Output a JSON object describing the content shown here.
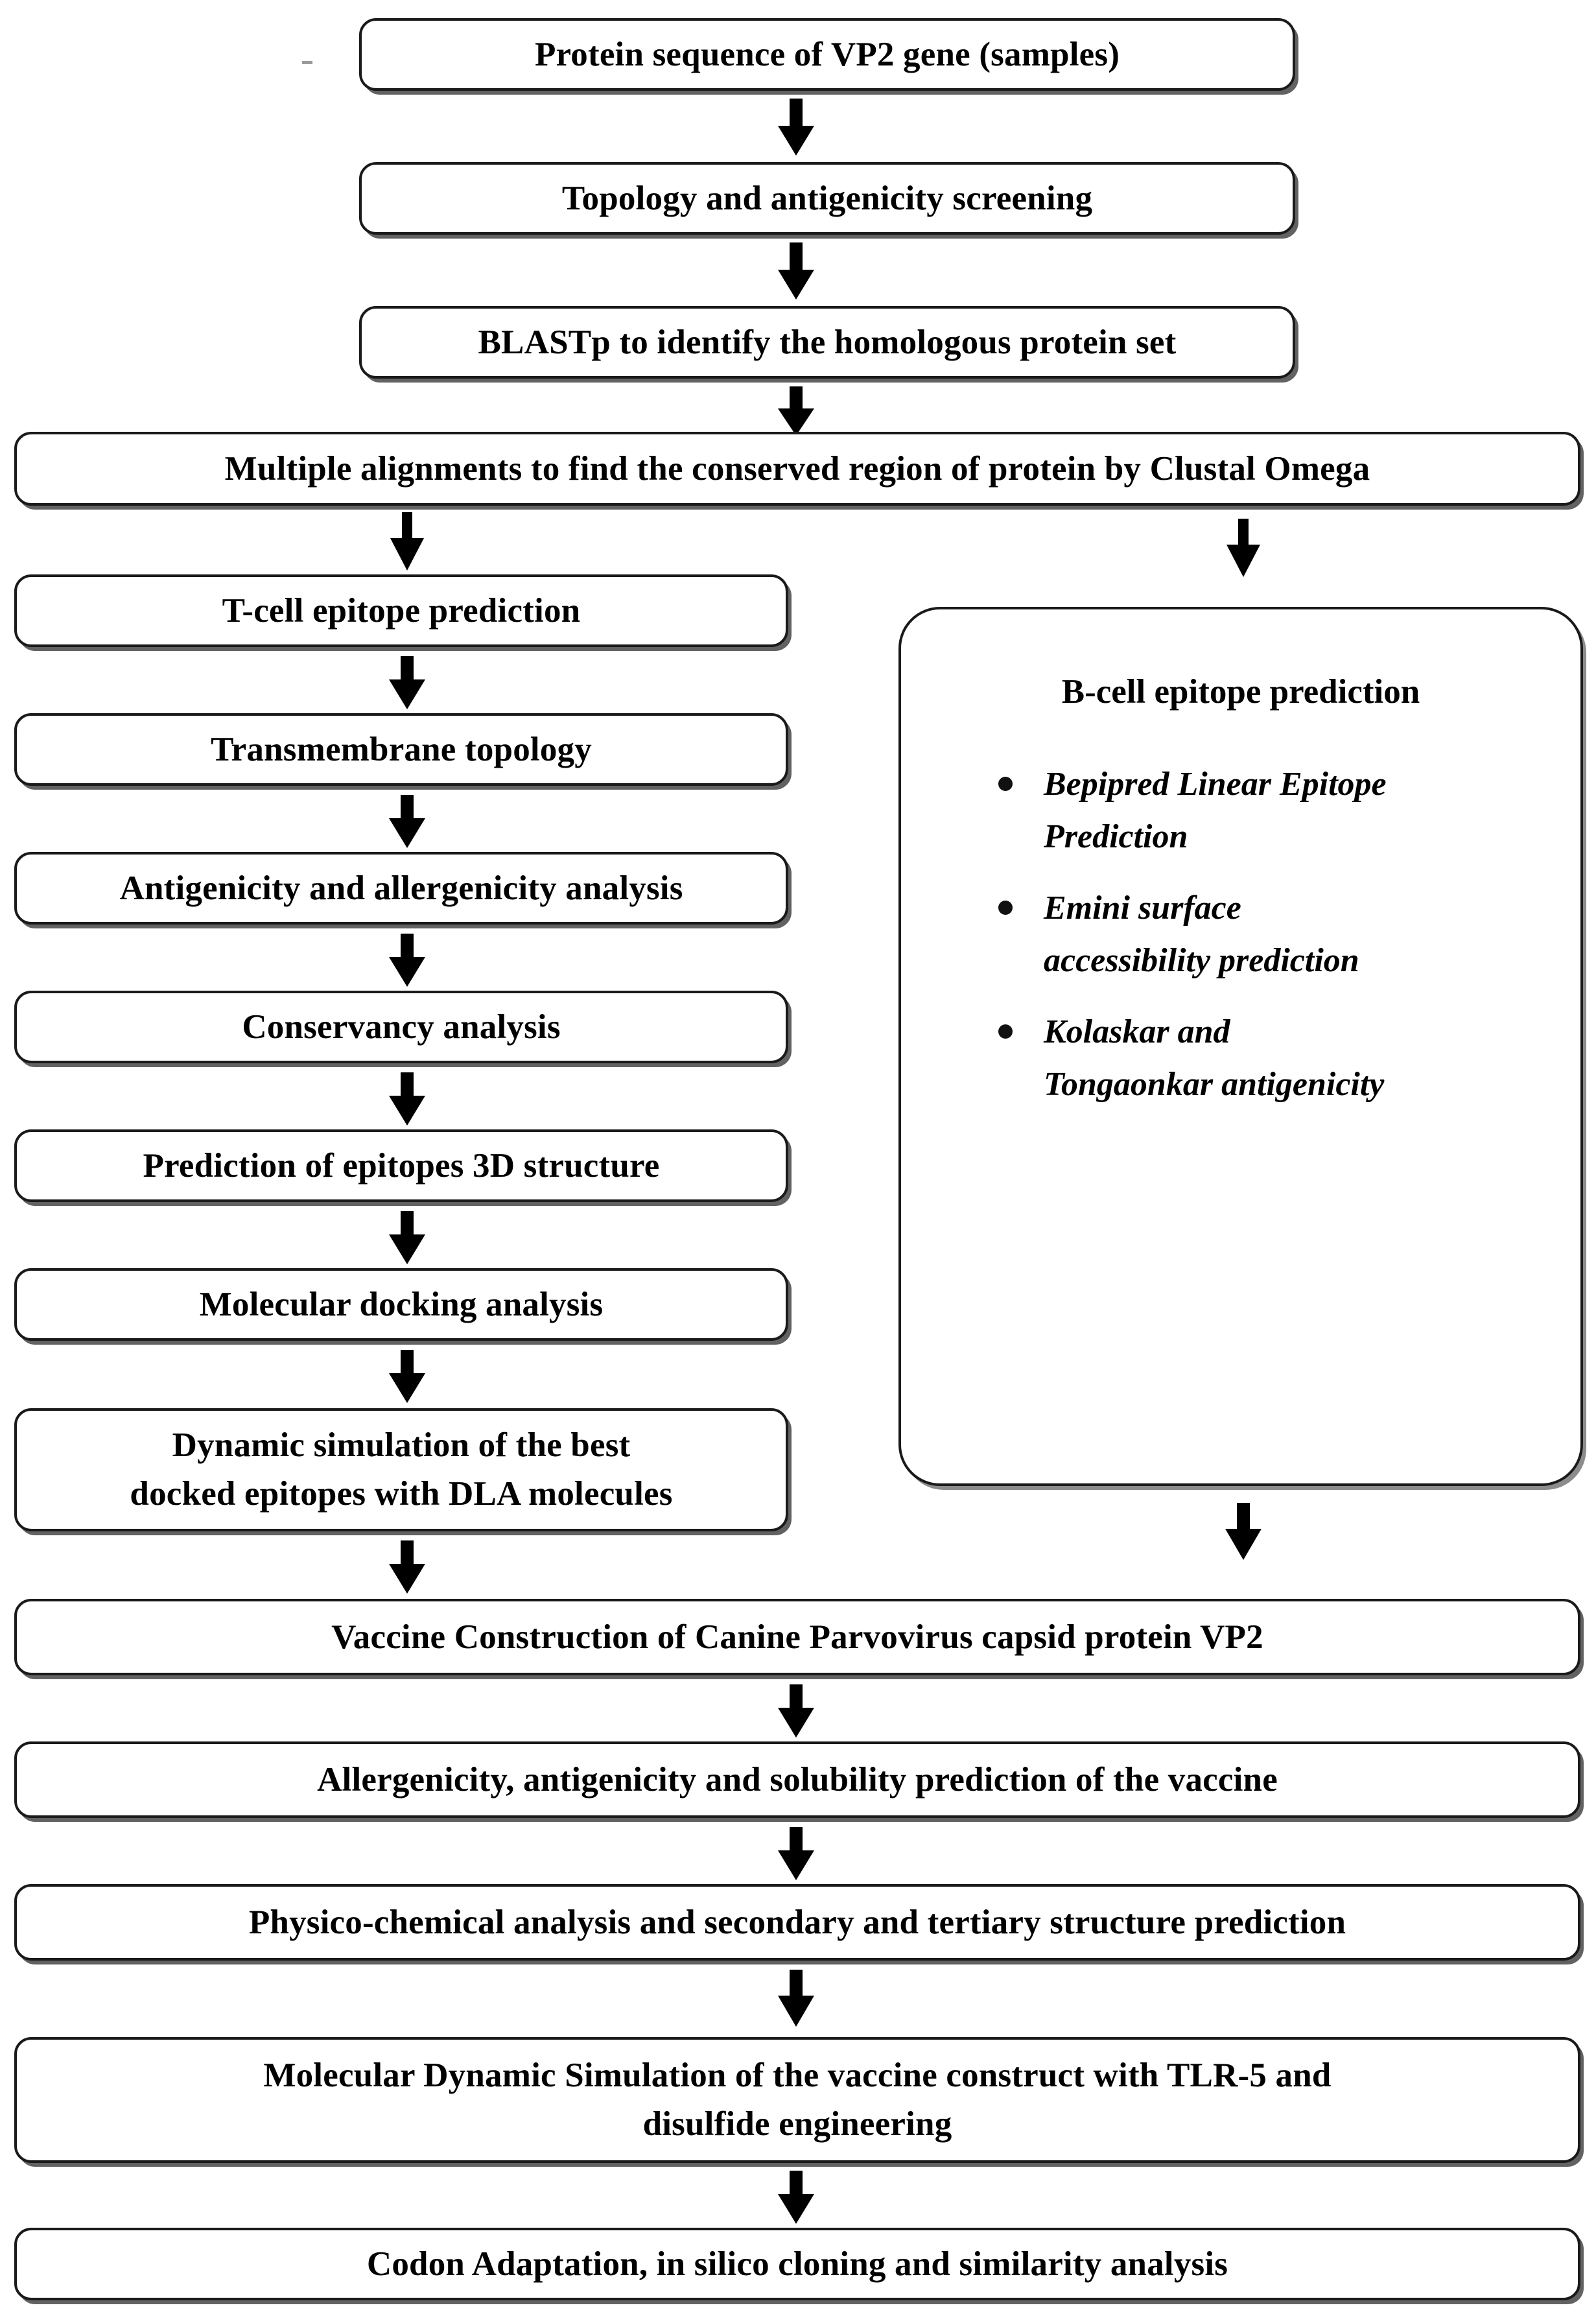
{
  "figure": {
    "type": "flowchart",
    "orientation": "top-to-bottom",
    "background_color": "#ffffff",
    "box_border_color": "#1a1a1a",
    "box_fill_color": "#ffffff",
    "shadow_color": "#5a5a5a",
    "arrow_color": "#000000"
  },
  "nodes": {
    "n1": "Protein sequence of VP2 gene (samples)",
    "n2": "Topology and antigenicity screening",
    "n3": "BLASTp to identify the homologous protein set",
    "n4": "Multiple alignments to find the conserved region of protein by Clustal Omega",
    "n5": "T-cell epitope prediction",
    "n6": "Transmembrane topology",
    "n7": "Antigenicity and allergenicity analysis",
    "n8": "Conservancy analysis",
    "n9": "Prediction of epitopes 3D structure",
    "n10": "Molecular docking analysis",
    "n11_line1": "Dynamic simulation of the best",
    "n11_line2": "docked epitopes with DLA molecules",
    "n12": "Vaccine Construction of Canine Parvovirus capsid protein VP2",
    "n13": "Allergenicity, antigenicity and solubility prediction of the vaccine",
    "n14": "Physico-chemical analysis and secondary and tertiary structure prediction",
    "n15_line1": "Molecular Dynamic Simulation of the vaccine construct with TLR-5 and",
    "n15_line2": "disulfide engineering",
    "n16": "Codon Adaptation, in silico cloning and similarity analysis"
  },
  "bcell_panel": {
    "title": "B-cell epitope prediction",
    "bullets": [
      "Bepipred Linear Epitope Prediction",
      "Emini surface accessibility prediction",
      " Kolaskar and Tongaonkar antigenicity"
    ]
  },
  "edges": [
    {
      "from": "n1",
      "to": "n2"
    },
    {
      "from": "n2",
      "to": "n3"
    },
    {
      "from": "n3",
      "to": "n4"
    },
    {
      "from": "n4",
      "to": "n5"
    },
    {
      "from": "n4",
      "to": "bcell_panel"
    },
    {
      "from": "n5",
      "to": "n6"
    },
    {
      "from": "n6",
      "to": "n7"
    },
    {
      "from": "n7",
      "to": "n8"
    },
    {
      "from": "n8",
      "to": "n9"
    },
    {
      "from": "n9",
      "to": "n10"
    },
    {
      "from": "n10",
      "to": "n11"
    },
    {
      "from": "n11",
      "to": "n12"
    },
    {
      "from": "bcell_panel",
      "to": "n12"
    },
    {
      "from": "n12",
      "to": "n13"
    },
    {
      "from": "n13",
      "to": "n14"
    },
    {
      "from": "n14",
      "to": "n15"
    },
    {
      "from": "n15",
      "to": "n16"
    }
  ]
}
